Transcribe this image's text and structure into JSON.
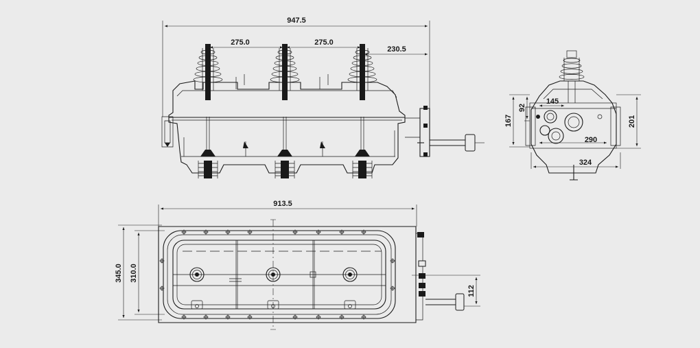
{
  "front_view": {
    "overall_width": "947.5",
    "pole_spacing_1": "275.0",
    "pole_spacing_2": "275.0",
    "side_offset": "230.5"
  },
  "side_view": {
    "dim_145": "145",
    "dim_167": "167",
    "dim_92": "92",
    "dim_201": "201",
    "dim_290": "290",
    "dim_324": "324"
  },
  "top_view": {
    "overall_length": "913.5",
    "outer_depth": "345.0",
    "inner_depth": "310.0",
    "mechanism_offset": "112"
  },
  "colors": {
    "background": "#ebebeb",
    "line": "#1a1a1a"
  }
}
